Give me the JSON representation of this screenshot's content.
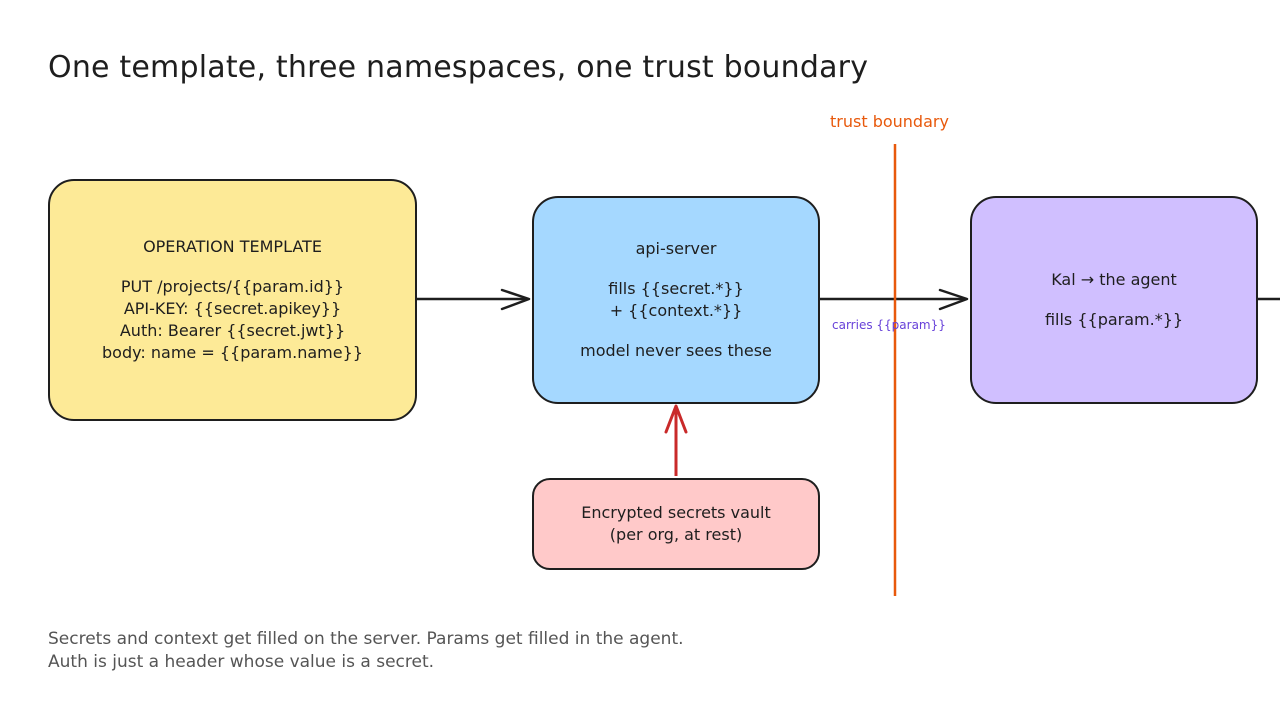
{
  "title": "One template, three namespaces, one trust boundary",
  "template_box": {
    "heading": "OPERATION TEMPLATE",
    "lines": [
      "PUT /projects/{{param.id}}",
      "API-KEY: {{secret.apikey}}",
      "Auth: Bearer {{secret.jwt}}",
      "body: name = {{param.name}}"
    ]
  },
  "server_box": {
    "heading": "api-server",
    "fills_line_1": "fills {{secret.*}}",
    "fills_line_2": "+ {{context.*}}",
    "note": "model never sees these"
  },
  "agent_box": {
    "heading": "Kal → the agent",
    "fills": "fills {{param.*}}"
  },
  "vault_box": {
    "line_1": "Encrypted secrets vault",
    "line_2": "(per org, at rest)"
  },
  "trust_boundary_label": "trust boundary",
  "carries_label": "carries {{param}}",
  "footer": {
    "line_1": "Secrets and context get filled on the server. Params get filled in the agent.",
    "line_2": "Auth is just a header whose value is a secret."
  },
  "colors": {
    "template_fill": "#fdea97",
    "server_fill": "#a5d8ff",
    "agent_fill": "#d0bfff",
    "vault_fill": "#ffc9c9",
    "boundary": "#e8590c",
    "vault_arrow": "#c92a2a",
    "carries_text": "#6741d9"
  }
}
